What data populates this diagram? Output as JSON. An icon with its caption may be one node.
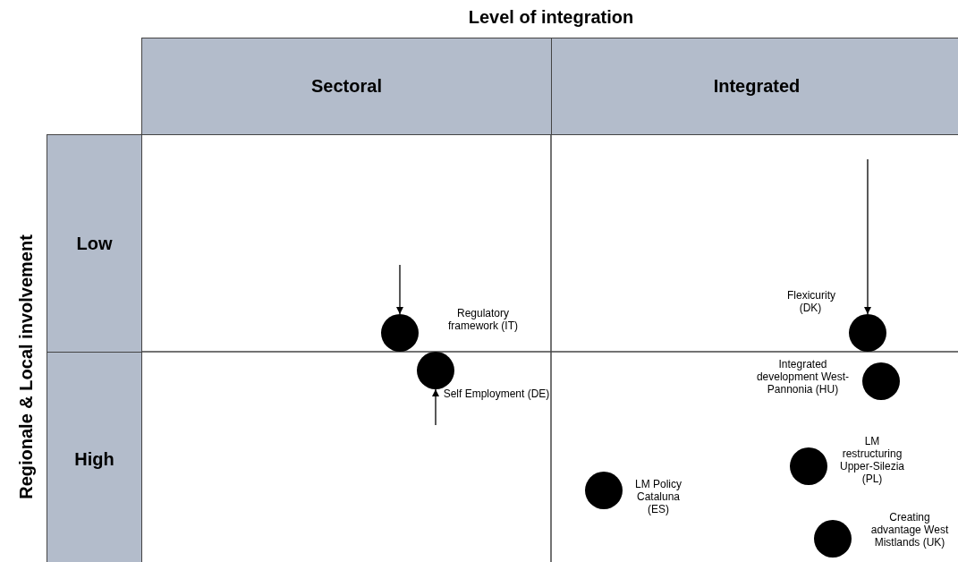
{
  "diagram": {
    "nodes": [
      {
        "text": [
          "Sectoral"
        ]
      },
      {
        "text": [
          "Integrated"
        ]
      },
      {
        "text": [
          "Low"
        ]
      },
      {
        "text": [
          "High"
        ]
      },
      {
        "text": [],
        "shape": "circle",
        "beside": [
          "Regulatory framework (IT)"
        ]
      },
      {
        "text": [],
        "shape": "circle",
        "beside": [
          "Self Employment (DE)"
        ]
      },
      {
        "text": [],
        "shape": "circle",
        "beside": [
          "Flexicurity (DK)"
        ]
      },
      {
        "text": [],
        "shape": "circle",
        "beside": [
          "Integrated development West-Pannonia (HU)"
        ]
      },
      {
        "text": [],
        "shape": "circle",
        "beside": [
          "LM Policy Cataluna (ES)"
        ]
      },
      {
        "text": [],
        "shape": "circle",
        "beside": [
          "LM restructuring Upper-Silezia (PL)"
        ]
      },
      {
        "text": [],
        "shape": "circle",
        "beside": [
          "Creating advantage West Mistlands (UK)"
        ]
      }
    ],
    "edges": [
      {
        "from": null,
        "to": 4,
        "arrow": "to"
      },
      {
        "from": null,
        "to": 5,
        "arrow": "to"
      },
      {
        "from": null,
        "to": 6,
        "arrow": "to"
      }
    ],
    "labels": [
      "Level of integration",
      "Regionale & Local involvement"
    ]
  }
}
